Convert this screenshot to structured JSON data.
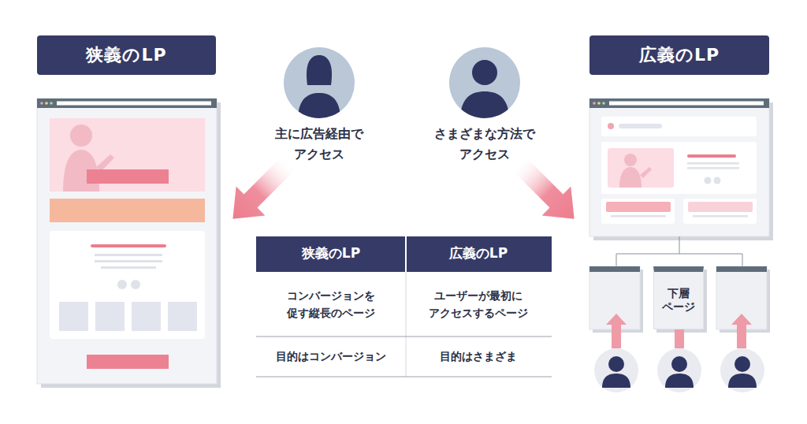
{
  "diagram": {
    "nodes": [
      {
        "text": [
          "狭義のLP"
        ]
      },
      {
        "text": [
          "広義のLP"
        ]
      },
      {
        "text": [
          "下層 ページ"
        ]
      }
    ],
    "labels": [
      "主に広告経由で アクセス",
      "さまざまな方法で アクセス",
      "狭義のLP",
      "広義のLP",
      "コンバージョンを 促す縦長のページ",
      "ユーザーが最初に アクセスするページ",
      "目的はコンバージョン",
      "目的はさまざま"
    ]
  }
}
